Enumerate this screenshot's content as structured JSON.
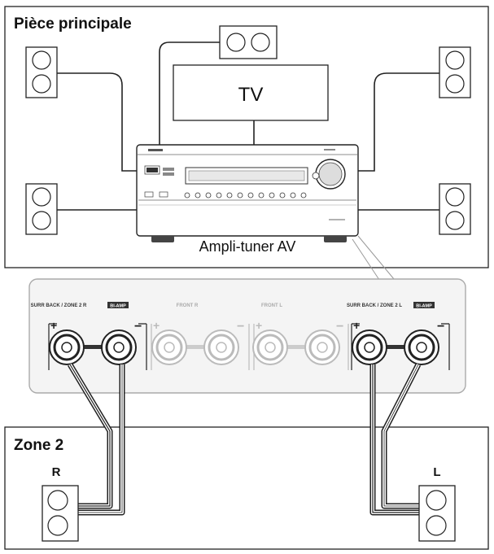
{
  "main_room": {
    "title": "Pièce principale"
  },
  "tv": {
    "label": "TV"
  },
  "receiver": {
    "label": "Ampli-tuner AV"
  },
  "terminals": {
    "surr_back_r": "SURR BACK / ZONE 2 R",
    "bi_amp": "BI-AMP",
    "front_r": "FRONT R",
    "front_l": "FRONT L",
    "surr_back_l": "SURR BACK / ZONE 2 L"
  },
  "zone2": {
    "title": "Zone 2",
    "left_label": "L",
    "right_label": "R"
  }
}
